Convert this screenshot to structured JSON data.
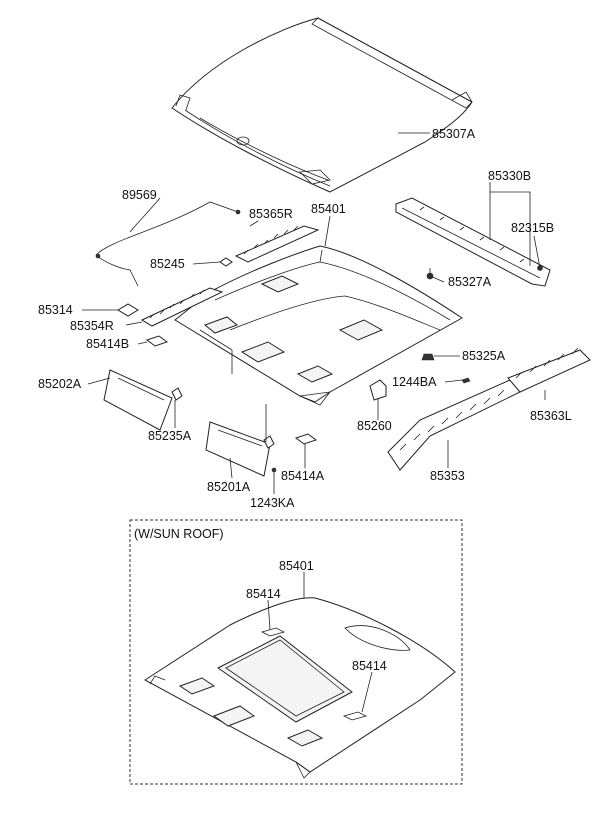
{
  "callouts": {
    "p85307A": "85307A",
    "p89569": "89569",
    "p85365R": "85365R",
    "p85401": "85401",
    "p85330B": "85330B",
    "p82315B": "82315B",
    "p85245": "85245",
    "p85327A": "85327A",
    "p85314": "85314",
    "p85354R": "85354R",
    "p85414B": "85414B",
    "p85325A": "85325A",
    "p85202A": "85202A",
    "p1244BA": "1244BA",
    "p85363L": "85363L",
    "p85235A": "85235A",
    "p85260": "85260",
    "p85414A": "85414A",
    "p85201A": "85201A",
    "p85353": "85353",
    "p1243KA": "1243KA"
  },
  "sunroof_box": {
    "title": "(W/SUN ROOF)",
    "p85401": "85401",
    "p85414_a": "85414",
    "p85414_b": "85414"
  }
}
